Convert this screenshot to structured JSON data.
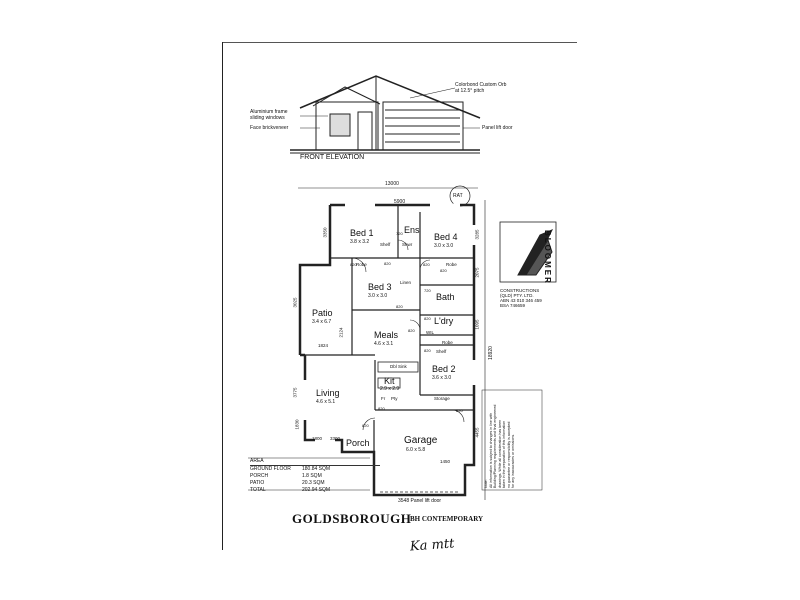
{
  "elevation": {
    "heading": "FRONT ELEVATION",
    "notes": {
      "roof": "Colorbond Custom Orb\nat 12.5° pitch",
      "windows": "Aluminium frame\nsliding windows",
      "brick": "Face brickveneer",
      "door": "Panel lift door"
    }
  },
  "dimensions": {
    "overall_width": "13000",
    "overall_depth": "18920",
    "north_marker": "RAT",
    "top_segment": "5900",
    "left_dims": [
      "3350",
      "3025",
      "3775",
      "2124",
      "1824",
      "1830"
    ],
    "right_dims": [
      "3285",
      "2075",
      "1095",
      "4455"
    ],
    "bottom_dims": [
      "1800",
      "3300",
      "1450"
    ],
    "garage_door": "3548 Panel lift door"
  },
  "rooms": [
    {
      "name": "Bed 1",
      "size": "3.8 x 3.2"
    },
    {
      "name": "Ens",
      "size": ""
    },
    {
      "name": "Bed 4",
      "size": "3.0 x 3.0"
    },
    {
      "name": "Bed 3",
      "size": "3.0 x 3.0"
    },
    {
      "name": "Bath",
      "size": ""
    },
    {
      "name": "L'dry",
      "size": ""
    },
    {
      "name": "Patio",
      "size": "3.4 x 6.7"
    },
    {
      "name": "Meals",
      "size": "4.6 x 3.1"
    },
    {
      "name": "Bed 2",
      "size": "3.6 x 3.0"
    },
    {
      "name": "Kit",
      "size": "2.9 x 2.9"
    },
    {
      "name": "Living",
      "size": "4.6 x 5.1"
    },
    {
      "name": "Porch",
      "size": ""
    },
    {
      "name": "Garage",
      "size": "6.0 x 5.8"
    }
  ],
  "fixtures": [
    "Shwr",
    "Robe",
    "Shelf",
    "Pty",
    "Robe",
    "Storage",
    "Linen",
    "Shelf",
    "Fr",
    "WIL",
    "Robe",
    "Dbl Sink"
  ],
  "door_codes": [
    "720",
    "820",
    "820",
    "820",
    "720",
    "820",
    "820",
    "820",
    "820",
    "820",
    "820",
    "820",
    "820"
  ],
  "area_table": {
    "header": "AREA",
    "rows": [
      {
        "label": "GROUND FLOOR",
        "value": "180.84 SQM"
      },
      {
        "label": "PORCH",
        "value": "1.8 SQM"
      },
      {
        "label": "PATIO",
        "value": "20.3 SQM"
      },
      {
        "label": "TOTAL",
        "value": "202.94 SQM"
      }
    ]
  },
  "brand": {
    "name": "BLOOMER",
    "sub": "CONSTRUCTIONS\n(QLD) PTY. LTD.\nABN 43 010 346 459\nBSA 746659"
  },
  "disclaimer": "Note:\nAll information is subject to changes in line with\nBuilding/Planning requirements and final engineered\ndrawings. While all consideration has been\ntaken in the preparation of this information\nno guarantee or responsibility is accepted\nfor any inaccuracies or omissions.",
  "title": "GOLDSBOROUGH",
  "subtitle": "BH CONTEMPORARY",
  "signature": "Ka mtt"
}
